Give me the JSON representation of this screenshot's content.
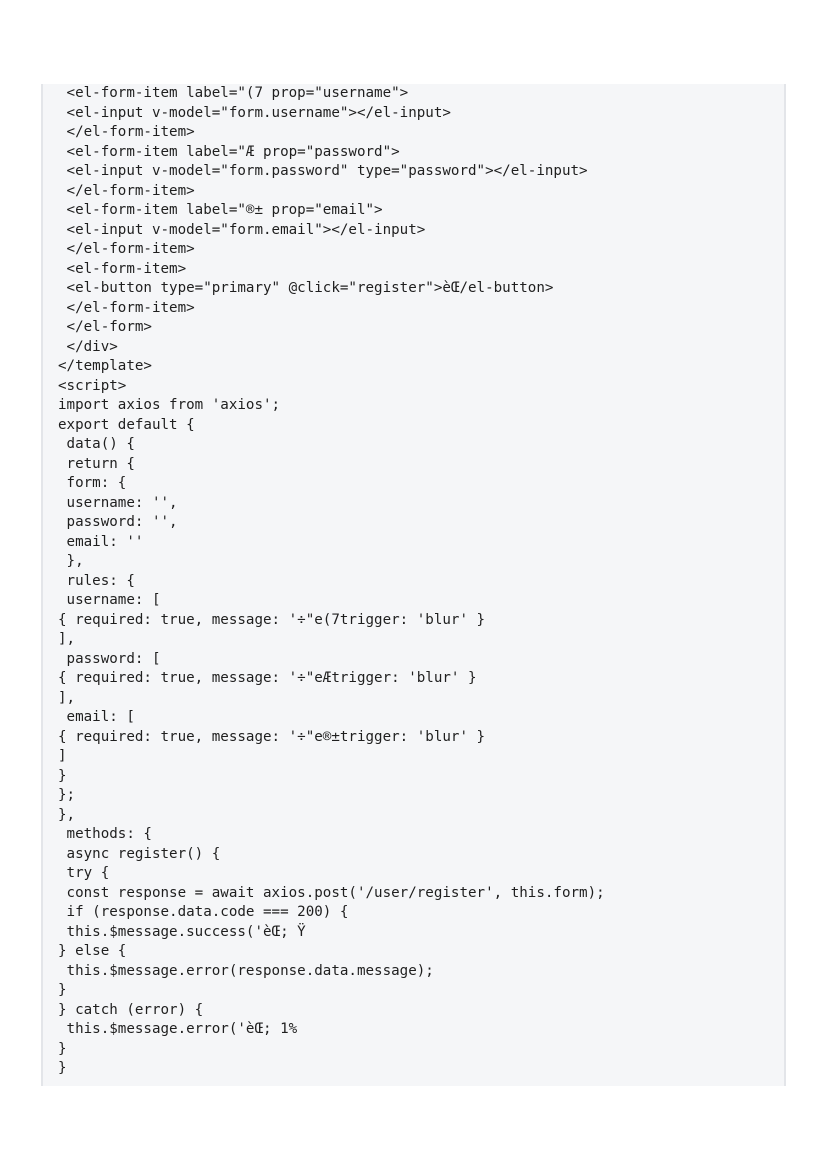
{
  "code_block": {
    "language": "vue",
    "lines": [
      " <el-form-item label=\"(7 prop=\"username\">",
      " <el-input v-model=\"form.username\"></el-input>",
      " </el-form-item>",
      " <el-form-item label=\"Æ prop=\"password\">",
      " <el-input v-model=\"form.password\" type=\"password\"></el-input>",
      " </el-form-item>",
      " <el-form-item label=\"®± prop=\"email\">",
      " <el-input v-model=\"form.email\"></el-input>",
      " </el-form-item>",
      " <el-form-item>",
      " <el-button type=\"primary\" @click=\"register\">èŒ/el-button>",
      " </el-form-item>",
      " </el-form>",
      " </div>",
      "</template>",
      "<script>",
      "import axios from 'axios';",
      "export default {",
      " data() {",
      " return {",
      " form: {",
      " username: '',",
      " password: '',",
      " email: ''",
      " },",
      " rules: {",
      " username: [",
      "{ required: true, message: '÷\"e(7trigger: 'blur' }",
      "],",
      " password: [",
      "{ required: true, message: '÷\"eÆtrigger: 'blur' }",
      "],",
      " email: [",
      "{ required: true, message: '÷\"e®±trigger: 'blur' }",
      "]",
      "}",
      "};",
      "},",
      " methods: {",
      " async register() {",
      " try {",
      " const response = await axios.post('/user/register', this.form);",
      " if (response.data.code === 200) {",
      " this.$message.success('èŒ; Ÿ",
      "} else {",
      " this.$message.error(response.data.message);",
      "}",
      "} catch (error) {",
      " this.$message.error('èŒ; 1%",
      "}",
      "}"
    ]
  }
}
